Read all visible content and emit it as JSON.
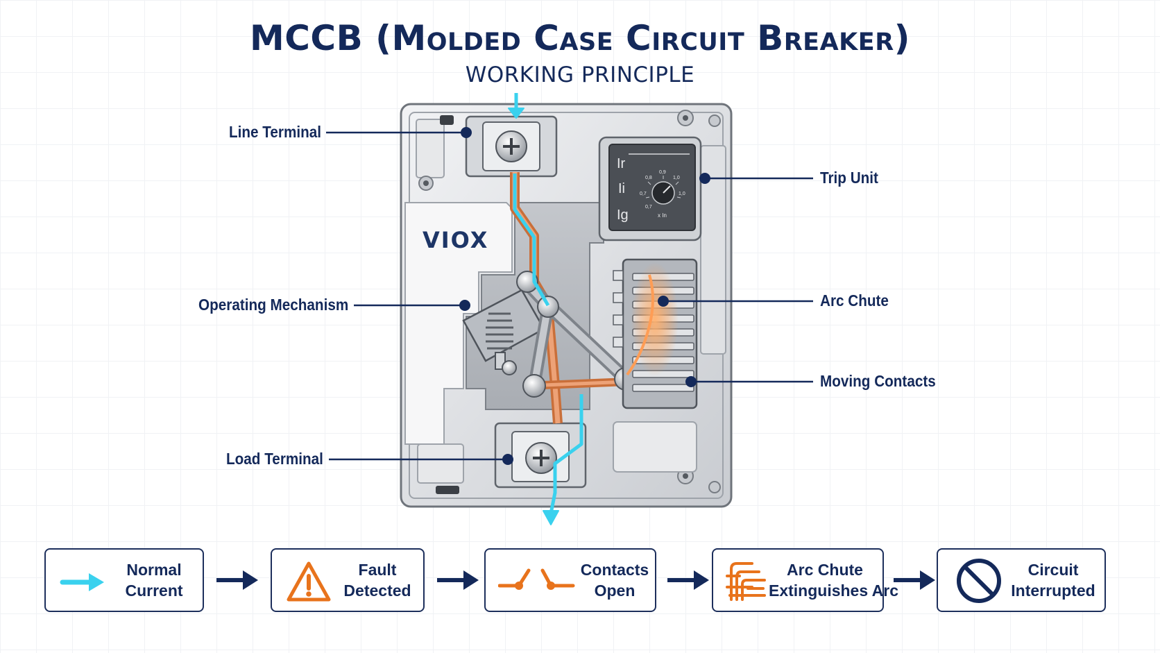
{
  "header": {
    "title": "MCCB (Molded Case Circuit Breaker)",
    "subtitle": "WORKING PRINCIPLE"
  },
  "device": {
    "brand": "VIOX",
    "trip_unit": {
      "settings": [
        "Ir",
        "Ii",
        "Ig"
      ],
      "dial_scale": [
        "0,8",
        "0,9",
        "1,0",
        "0,7",
        "1,0",
        "0,7"
      ],
      "dial_unit": "x In"
    }
  },
  "callouts": {
    "line_terminal": "Line Terminal",
    "operating_mechanism": "Operating Mechanism",
    "load_terminal": "Load Terminal",
    "trip_unit": "Trip Unit",
    "arc_chute": "Arc Chute",
    "moving_contacts": "Moving Contacts"
  },
  "steps": [
    {
      "line1": "Normal",
      "line2": "Current",
      "icon": "arrow-right-icon"
    },
    {
      "line1": "Fault",
      "line2": "Detected",
      "icon": "warning-icon"
    },
    {
      "line1": "Contacts",
      "line2": "Open",
      "icon": "open-contacts-icon"
    },
    {
      "line1": "Arc Chute",
      "line2": "Extinguishes Arc",
      "icon": "arc-chute-icon"
    },
    {
      "line1": "Circuit",
      "line2": "Interrupted",
      "icon": "prohibited-icon"
    }
  ],
  "colors": {
    "navy": "#14295a",
    "current_flow": "#3ad1ee",
    "copper": "#e08a55",
    "alert": "#e8731c"
  }
}
